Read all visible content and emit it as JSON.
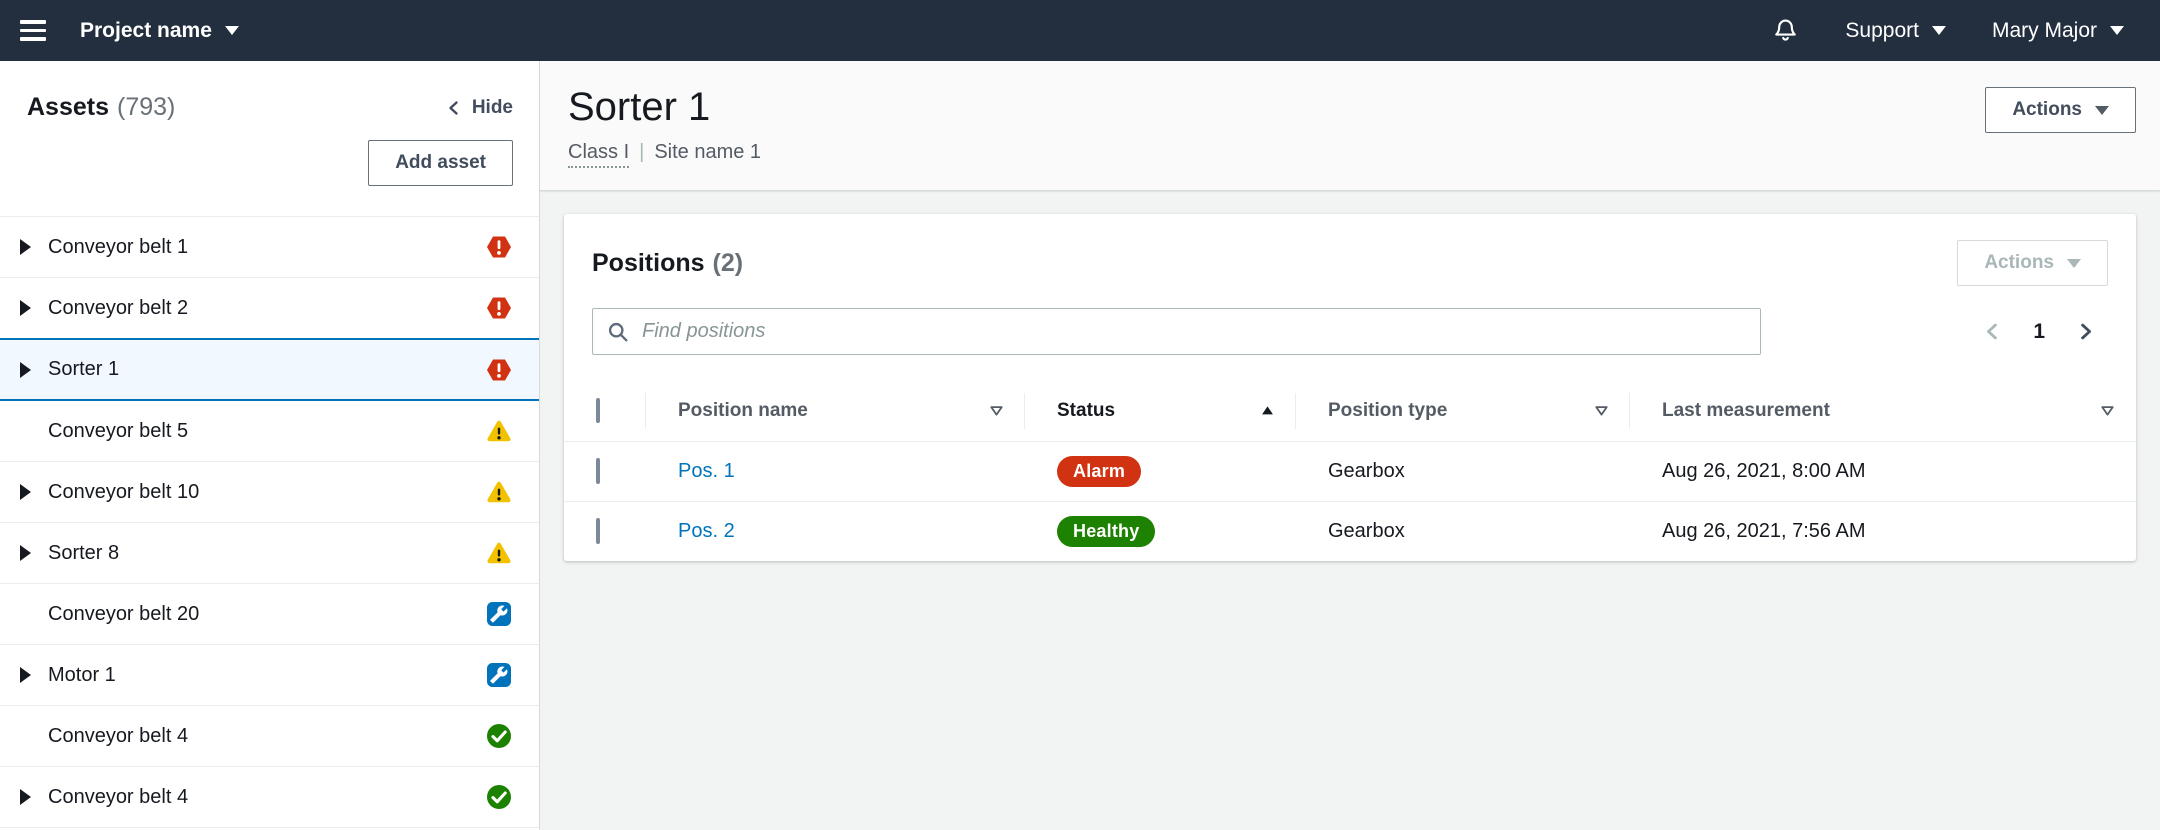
{
  "colors": {
    "navbar_bg": "#232f3e",
    "accent": "#0073bb",
    "link": "#0073bb",
    "selected_bg": "#f1f8ff",
    "alarm": "#d13212",
    "warning": "#f2c200",
    "maintenance": "#0073bb",
    "healthy": "#1d8102"
  },
  "navbar": {
    "project_label": "Project name",
    "support_label": "Support",
    "user_label": "Mary Major"
  },
  "sidebar": {
    "title": "Assets",
    "count": "(793)",
    "hide_label": "Hide",
    "add_asset_label": "Add asset",
    "items": [
      {
        "label": "Conveyor belt 1",
        "status": "alarm",
        "expandable": true,
        "selected": false
      },
      {
        "label": "Conveyor belt 2",
        "status": "alarm",
        "expandable": true,
        "selected": false
      },
      {
        "label": "Sorter 1",
        "status": "alarm",
        "expandable": true,
        "selected": true
      },
      {
        "label": "Conveyor belt 5",
        "status": "warning",
        "expandable": false,
        "selected": false
      },
      {
        "label": "Conveyor belt 10",
        "status": "warning",
        "expandable": true,
        "selected": false
      },
      {
        "label": "Sorter 8",
        "status": "warning",
        "expandable": true,
        "selected": false
      },
      {
        "label": "Conveyor belt 20",
        "status": "maintenance",
        "expandable": false,
        "selected": false
      },
      {
        "label": "Motor 1",
        "status": "maintenance",
        "expandable": true,
        "selected": false
      },
      {
        "label": "Conveyor belt 4",
        "status": "healthy",
        "expandable": false,
        "selected": false
      },
      {
        "label": "Conveyor belt 4",
        "status": "healthy",
        "expandable": true,
        "selected": false
      }
    ]
  },
  "page": {
    "title": "Sorter 1",
    "class_label": "Class I",
    "separator": "|",
    "site_label": "Site name 1",
    "actions_label": "Actions"
  },
  "positions": {
    "title": "Positions",
    "count": "(2)",
    "actions_label": "Actions",
    "search_placeholder": "Find positions",
    "page_number": "1",
    "table": {
      "columns": [
        {
          "label": "Position name",
          "sort": "none"
        },
        {
          "label": "Status",
          "sort": "asc"
        },
        {
          "label": "Position type",
          "sort": "none"
        },
        {
          "label": "Last measurement",
          "sort": "none"
        }
      ],
      "rows": [
        {
          "name": "Pos. 1",
          "status": "Alarm",
          "type": "Gearbox",
          "last_measurement": "Aug 26, 2021, 8:00 AM"
        },
        {
          "name": "Pos. 2",
          "status": "Healthy",
          "type": "Gearbox",
          "last_measurement": "Aug 26, 2021, 7:56 AM"
        }
      ]
    }
  }
}
